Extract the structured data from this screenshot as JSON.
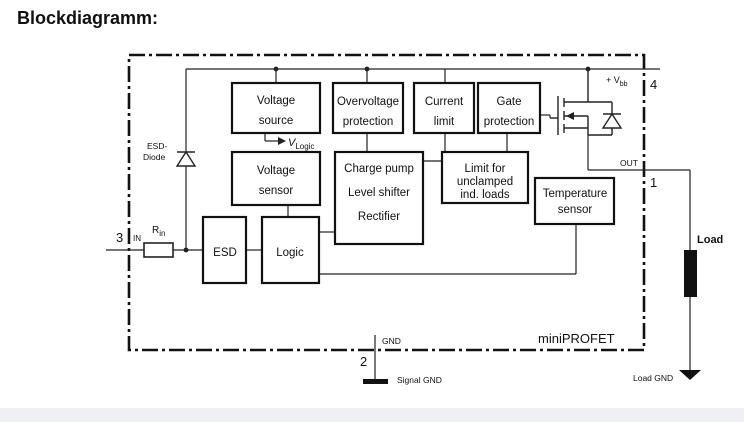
{
  "page_title": "Blockdiagramm:",
  "device_name": "miniPROFET",
  "blocks": {
    "voltage_source": [
      "Voltage",
      "source"
    ],
    "overvoltage_protection": [
      "Overvoltage",
      "protection"
    ],
    "current_limit": [
      "Current",
      "limit"
    ],
    "gate_protection": [
      "Gate",
      "protection"
    ],
    "voltage_sensor": [
      "Voltage",
      "sensor"
    ],
    "charge_pump": [
      "Charge pump",
      "Level shifter",
      "Rectifier"
    ],
    "limit_unclamped": [
      "Limit for",
      "unclamped",
      "ind. loads"
    ],
    "temperature_sensor": [
      "Temperature",
      "sensor"
    ],
    "esd": "ESD",
    "logic": "Logic"
  },
  "labels": {
    "v_logic": "V",
    "v_logic_sub": "Logic",
    "esd_diode": [
      "ESD-",
      "Diode"
    ],
    "r_in": "R",
    "r_in_sub": "in",
    "vbb_prefix": "+ V",
    "vbb_sub": "bb",
    "out": "OUT",
    "gnd": "GND",
    "signal_gnd": "Signal GND",
    "load": "Load",
    "load_gnd": "Load GND"
  },
  "pins": {
    "in_number": "3",
    "in_label": "IN",
    "vbb_number": "4",
    "out_number": "1",
    "gnd_number": "2"
  }
}
